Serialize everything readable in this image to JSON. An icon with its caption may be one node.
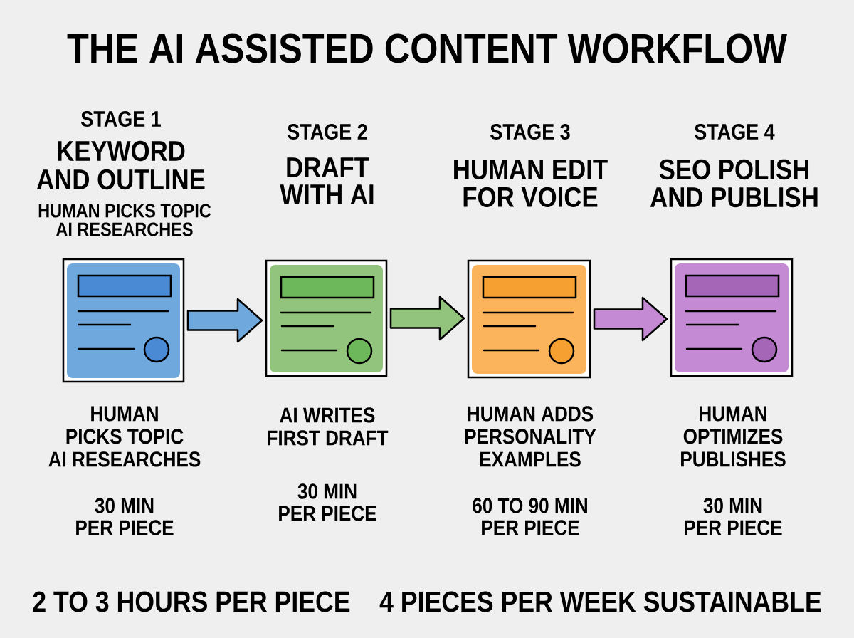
{
  "diagram": {
    "title": "THE AI ASSISTED CONTENT WORKFLOW",
    "nodes": [
      {
        "text": [
          "STAGE 1",
          "KEYWORD AND OUTLINE",
          "HUMAN PICKS TOPIC",
          "AI RESEARCHES"
        ],
        "beside": [
          "HUMAN PICKS TOPIC",
          "AI RESEARCHES",
          "30 MIN PER PIECE"
        ]
      },
      {
        "text": [
          "STAGE 2",
          "DRAFT WITH AI"
        ],
        "beside": [
          "AI WRITES FIRST DRAFT",
          "30 MIN PER PIECE"
        ]
      },
      {
        "text": [
          "STAGE 3",
          "HUMAN EDIT FOR VOICE"
        ],
        "beside": [
          "HUMAN ADDS PERSONALITY EXAMPLES",
          "60 TO 90 MIN PER PIECE"
        ]
      },
      {
        "text": [
          "STAGE 4",
          "SEO POLISH AND PUBLISH"
        ],
        "beside": [
          "HUMAN OPTIMIZES PUBLISHES",
          "30 MIN PER PIECE"
        ]
      }
    ],
    "edges": [
      {
        "from": 0,
        "to": 1,
        "arrow": "to",
        "color": "#6fa8dc"
      },
      {
        "from": 1,
        "to": 2,
        "arrow": "to",
        "color": "#93c47d"
      },
      {
        "from": 2,
        "to": 3,
        "arrow": "to",
        "color": "#c58ad4"
      }
    ],
    "labels": [
      "2 TO 3 HOURS PER PIECE",
      "4 PIECES PER WEEK SUSTAINABLE"
    ]
  }
}
